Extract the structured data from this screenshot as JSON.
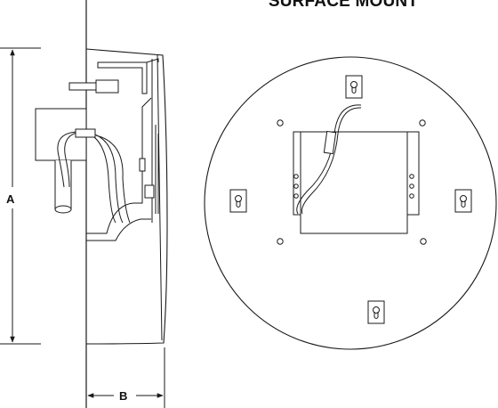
{
  "title": "SURFACE MOUNT",
  "dimensions": {
    "a": "A",
    "b": "B"
  },
  "colors": {
    "line": "#1a1a1a",
    "fill": "#ffffff"
  }
}
